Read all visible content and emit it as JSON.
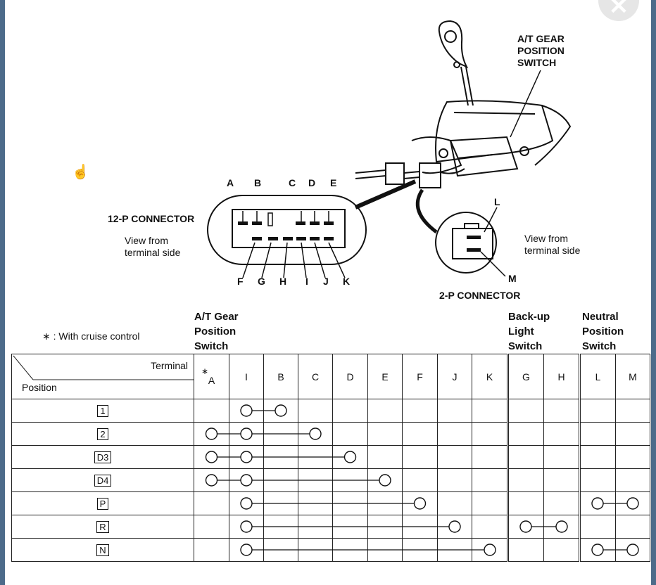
{
  "close_symbol": "✕",
  "diagram": {
    "at_gear_switch_label": [
      "A/T GEAR",
      "POSITION",
      "SWITCH"
    ],
    "connector_12p_label": "12-P CONNECTOR",
    "view_12p": [
      "View from",
      "terminal side"
    ],
    "connector_2p_label": "2-P CONNECTOR",
    "view_2p": [
      "View from",
      "terminal side"
    ],
    "pins_top": [
      "A",
      "B",
      "C",
      "D",
      "E"
    ],
    "pins_bottom": [
      "F",
      "G",
      "H",
      "I",
      "J",
      "K"
    ],
    "pin_L": "L",
    "pin_M": "M"
  },
  "table": {
    "note": "∗ : With cruise control",
    "group_headers": {
      "at_gear": [
        "A/T Gear",
        "Position",
        "Switch"
      ],
      "backup": [
        "Back-up",
        "Light",
        "Switch"
      ],
      "neutral": [
        "Neutral",
        "Position",
        "Switch"
      ]
    },
    "corner_terminal": "Terminal",
    "corner_position": "Position",
    "star": "∗",
    "columns": [
      "A",
      "I",
      "B",
      "C",
      "D",
      "E",
      "F",
      "J",
      "K",
      "G",
      "H",
      "L",
      "M"
    ],
    "rows": [
      {
        "position": "1",
        "connections": [
          [
            "I",
            "B"
          ]
        ]
      },
      {
        "position": "2",
        "connections": [
          [
            "A",
            "C"
          ]
        ]
      },
      {
        "position": "D3",
        "connections": [
          [
            "A",
            "D"
          ]
        ]
      },
      {
        "position": "D4",
        "connections": [
          [
            "A",
            "E"
          ]
        ]
      },
      {
        "position": "P",
        "connections": [
          [
            "I",
            "F"
          ],
          [
            "L",
            "M"
          ]
        ]
      },
      {
        "position": "R",
        "connections": [
          [
            "I",
            "J"
          ],
          [
            "G",
            "H"
          ]
        ]
      },
      {
        "position": "N",
        "connections": [
          [
            "I",
            "K"
          ],
          [
            "L",
            "M"
          ]
        ]
      }
    ]
  }
}
